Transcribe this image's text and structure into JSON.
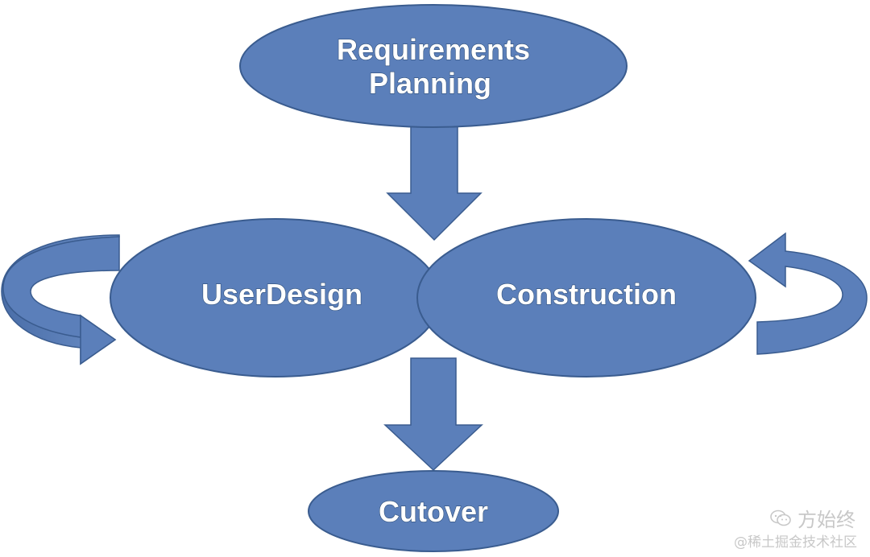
{
  "diagram": {
    "nodes": {
      "requirements_line1": "Requirements",
      "requirements_line2": "Planning",
      "user_design": "UserDesign",
      "construction": "Construction",
      "cutover": "Cutover"
    },
    "colors": {
      "fill": "#5b7fba",
      "stroke": "#3a5c8f",
      "text": "#ffffff",
      "text_outline": "#2f4f7a"
    }
  },
  "watermark": {
    "icon": "wechat-icon",
    "account": "方始终",
    "community": "@稀土掘金技术社区"
  }
}
